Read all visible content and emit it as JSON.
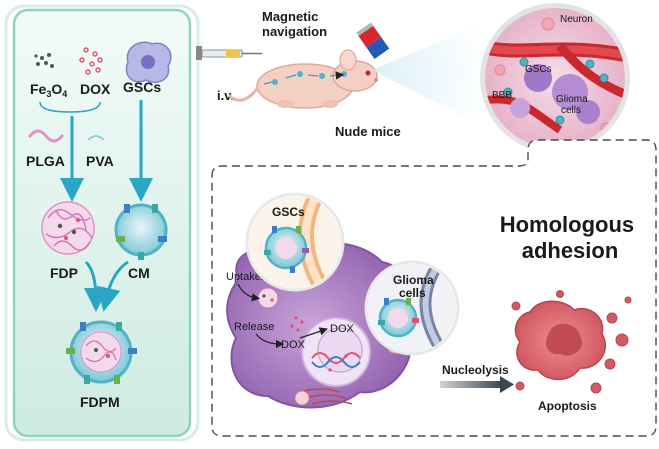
{
  "colors": {
    "panel_fill_top": "#eaf7f3",
    "panel_fill_bottom": "#cfece4",
    "panel_border": "#8fd3bf",
    "arrow_teal": "#2aa6c4",
    "membrane_teal": "#4fb3c4",
    "plga_pink": "#e38fc8",
    "dox_red": "#e0506a",
    "cell_purple": "#9b6fb5",
    "apoptosis_red": "#cf5a62",
    "vessel_red": "#c8282e"
  },
  "labels": {
    "fe3o4_main": "Fe",
    "fe3o4_sub1": "3",
    "fe3o4_mid": "O",
    "fe3o4_sub2": "4",
    "dox_source": "DOX",
    "gscs_source": "GSCs",
    "plga": "PLGA",
    "pva": "PVA",
    "fdp": "FDP",
    "cm": "CM",
    "fdpm": "FDPM",
    "iv": "i.v.",
    "magnetic_line1": "Magnetic",
    "magnetic_line2": "navigation",
    "nude_mice": "Nude mice",
    "neuron": "Neuron",
    "gscs_brain": "GSCs",
    "bbb": "BBB",
    "glioma_line1": "Glioma",
    "glioma_line2": "cells",
    "gscs_inset": "GSCs",
    "glioma_inset_line1": "Glioma",
    "glioma_inset_line2": "cells",
    "homologous_line1": "Homologous",
    "homologous_line2": "adhesion",
    "uptaken": "Uptaken",
    "release": "Release",
    "dox_cell": "DOX",
    "dox_nucleus": "DOX",
    "nucleolysis": "Nucleolysis",
    "apoptosis": "Apoptosis"
  },
  "icons": {
    "syringe": "syringe-icon",
    "magnet": "magnet-icon",
    "mouse": "nude-mouse-illustration",
    "brain_zoom": "brain-vessel-zoom",
    "nanoparticle": "nanoparticle-icon",
    "apoptotic_cell": "apoptotic-cell-icon"
  }
}
